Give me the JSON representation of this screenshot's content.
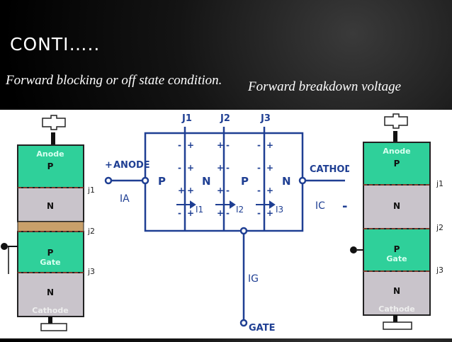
{
  "slide": {
    "title": "CONTI…..",
    "left_caption": "Forward blocking or off state condition.",
    "right_caption": "Forward breakdown voltage"
  },
  "left_scr": {
    "layers": [
      "P",
      "N",
      "P",
      "N"
    ],
    "gate_text": "Gate",
    "anode_text": "Anode",
    "cathode_text": "Cathode",
    "junctions": [
      "j1",
      "j2",
      "j3"
    ]
  },
  "right_scr": {
    "layers": [
      "P",
      "N",
      "P",
      "N"
    ],
    "gate_text": "Gate",
    "anode_text": "Anode",
    "cathode_text": "Cathode",
    "junctions": [
      "j1",
      "j2",
      "j3"
    ]
  },
  "center": {
    "junction_labels": [
      "J1",
      "J2",
      "J3"
    ],
    "regions": [
      "P",
      "N",
      "P",
      "N"
    ],
    "anode_label": "ANODE",
    "cathode_label": "CATHODE",
    "gate_label": "GATE",
    "current_labels": [
      "IA",
      "IC",
      "IG",
      "I1",
      "I2",
      "I3"
    ],
    "plus_sign": "+",
    "minus_sign": "-"
  },
  "colors": {
    "green": "#2fd09a",
    "grey": "#c9c4cb",
    "tan": "#c9a06a",
    "blue": "#1f3f93",
    "dark": "#1a1a1a"
  }
}
